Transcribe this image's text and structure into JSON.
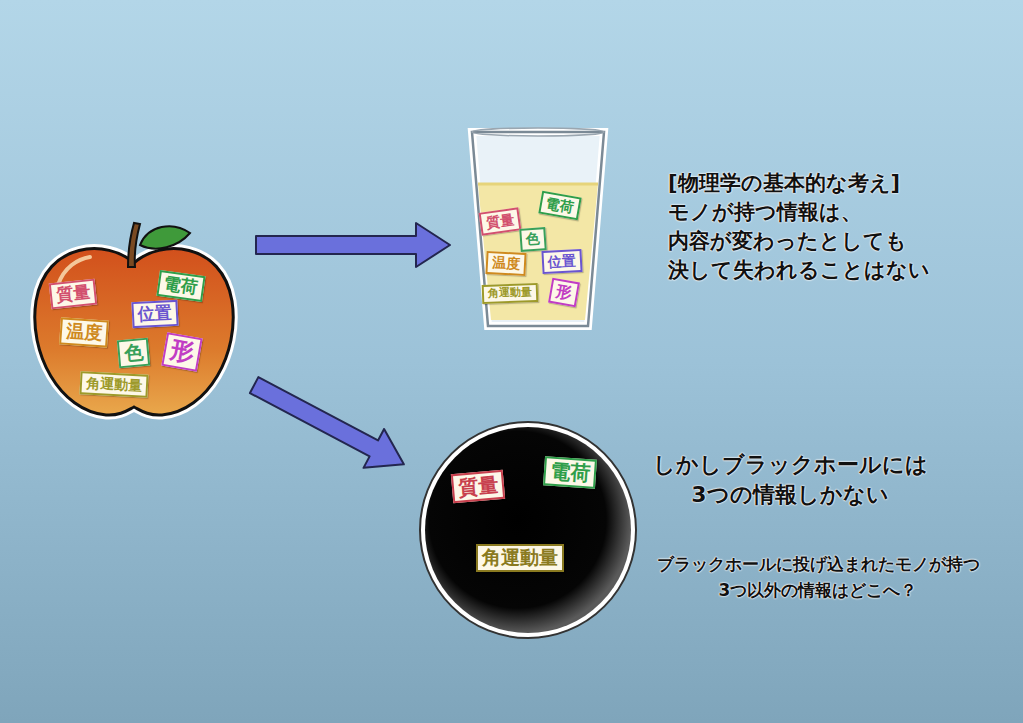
{
  "diagram": {
    "nodes": [
      {
        "text": []
      },
      {
        "text": [
          "質量"
        ],
        "in": 0
      },
      {
        "text": [
          "電荷"
        ],
        "in": 0
      },
      {
        "text": [
          "位置"
        ],
        "in": 0
      },
      {
        "text": [
          "温度"
        ],
        "in": 0
      },
      {
        "text": [
          "色"
        ],
        "in": 0
      },
      {
        "text": [
          "形"
        ],
        "in": 0
      },
      {
        "text": [
          "角運動量"
        ],
        "in": 0
      },
      {
        "text": []
      },
      {
        "text": [
          "質量"
        ],
        "in": 8
      },
      {
        "text": [
          "電荷"
        ],
        "in": 8
      },
      {
        "text": [
          "色"
        ],
        "in": 8
      },
      {
        "text": [
          "温度"
        ],
        "in": 8
      },
      {
        "text": [
          "位置"
        ],
        "in": 8
      },
      {
        "text": [
          "形"
        ],
        "in": 8
      },
      {
        "text": [
          "角運動量"
        ],
        "in": 8
      },
      {
        "text": []
      },
      {
        "text": [
          "質量"
        ],
        "in": 16
      },
      {
        "text": [
          "電荷"
        ],
        "in": 16
      },
      {
        "text": [
          "角運動量"
        ],
        "in": 16
      }
    ],
    "edges": [
      {
        "from": 0,
        "to": 8,
        "arrow": "to"
      },
      {
        "from": 0,
        "to": 16,
        "arrow": "to"
      }
    ],
    "labels": [
      "[物理学の基本的な考え]",
      "モノが持つ情報は、 内容が変わったとしても 決して失われることはない",
      "しかしブラックホールには 3つの情報しかない",
      "ブラックホールに投げ込まれたモノが持つ 3つ以外の情報はどこへ？"
    ]
  }
}
